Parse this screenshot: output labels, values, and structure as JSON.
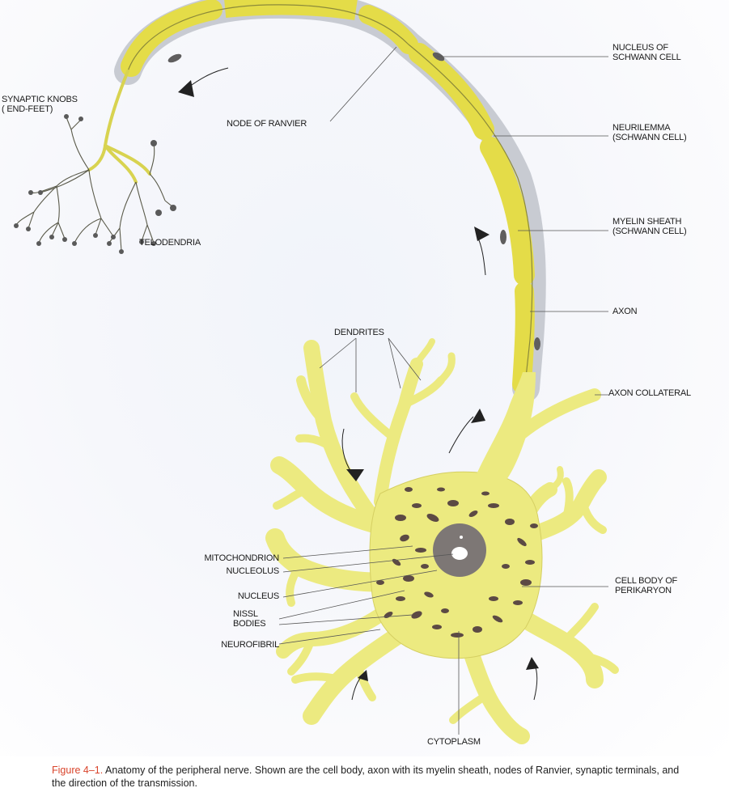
{
  "labels": {
    "nucleus_schwann": [
      "NUCLEUS OF",
      "SCHWANN CELL"
    ],
    "synaptic_knobs": [
      "SYNAPTIC KNOBS",
      "( END-FEET)"
    ],
    "node_ranvier": "NODE OF RANVIER",
    "neurilemma": [
      "NEURILEMMA",
      "(SCHWANN CELL)"
    ],
    "myelin_sheath": [
      "MYELIN SHEATH",
      "(SCHWANN CELL)"
    ],
    "telodendria": "TELODENDRIA",
    "axon": "AXON",
    "dendrites": "DENDRITES",
    "axon_collateral": "AXON COLLATERAL",
    "mitochondrion": "MITOCHONDRION",
    "nucleolus": "NUCLEOLUS",
    "cell_body": [
      "CELL BODY OF",
      "PERIKARYON"
    ],
    "nucleus": "NUCLEUS",
    "nissl": [
      "NISSL",
      "BODIES"
    ],
    "neurofibril": "NEUROFIBRIL",
    "cytoplasm": "CYTOPLASM"
  },
  "caption": {
    "figure_label": "Figure 4–1.",
    "text": "Anatomy of the peripheral nerve. Shown are the cell body, axon with its myelin sheath, nodes of Ranvier, synaptic terminals, and the direction of the transmission."
  },
  "colors": {
    "cell_fill": "#ecea80",
    "cell_stroke": "#a7a03a",
    "myelin_fill": "#e4dc48",
    "neurilemma": "#b8bcc4",
    "organelles": "#5c4a44",
    "nucleus_fill": "#7d7775",
    "caption_accent": "#d9442b"
  }
}
